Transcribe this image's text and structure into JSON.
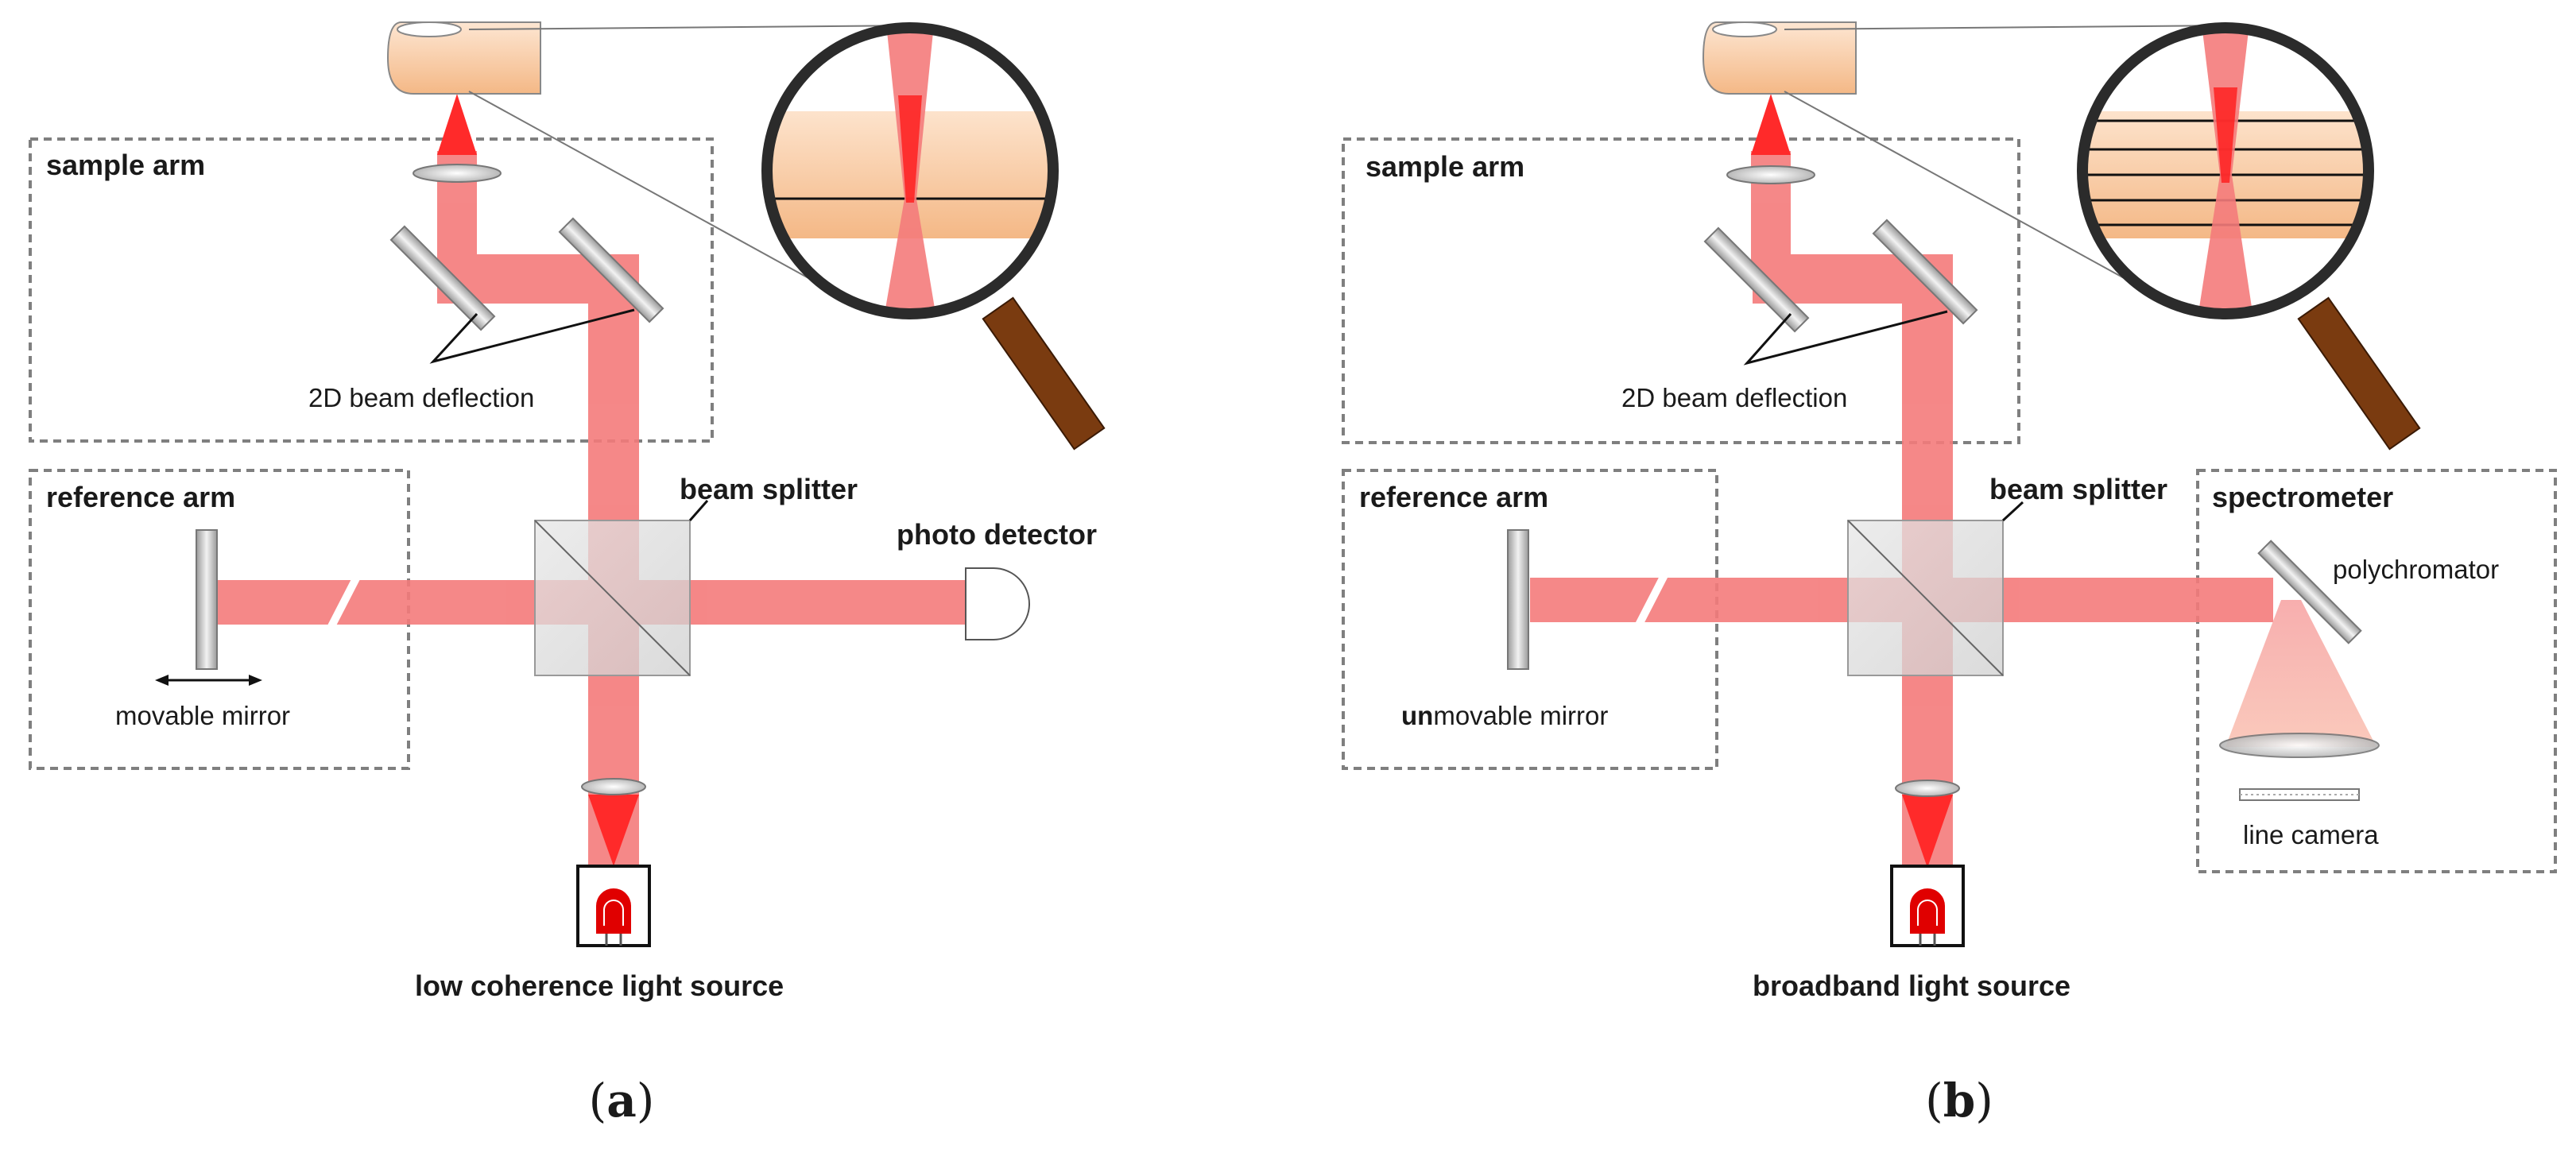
{
  "panel_a": {
    "sample_arm": "sample arm",
    "beam_deflection": "2D beam deflection",
    "reference_arm": "reference arm",
    "movable_mirror": "movable mirror",
    "beam_splitter": "beam splitter",
    "photo_detector": "photo detector",
    "light_source": "low coherence light source",
    "caption_open": "(",
    "caption_letter": "a",
    "caption_close": ")"
  },
  "panel_b": {
    "sample_arm": "sample arm",
    "beam_deflection": "2D beam deflection",
    "reference_arm": "reference arm",
    "unmovable_prefix": "un",
    "unmovable_rest": "movable mirror",
    "beam_splitter": "beam splitter",
    "spectrometer": "spectrometer",
    "polychromator": "polychromator",
    "line_camera": "line camera",
    "light_source": "broadband light source",
    "caption_open": "(",
    "caption_letter": "b",
    "caption_close": ")"
  },
  "colors": {
    "beam": "#f47b7b",
    "beam_core": "#ff1a1a",
    "skin_light": "#fbd5b5",
    "skin_dark": "#f3b27e",
    "handle": "#7a3b10",
    "box_border": "#7f7f7f",
    "source_red": "#e00000"
  }
}
